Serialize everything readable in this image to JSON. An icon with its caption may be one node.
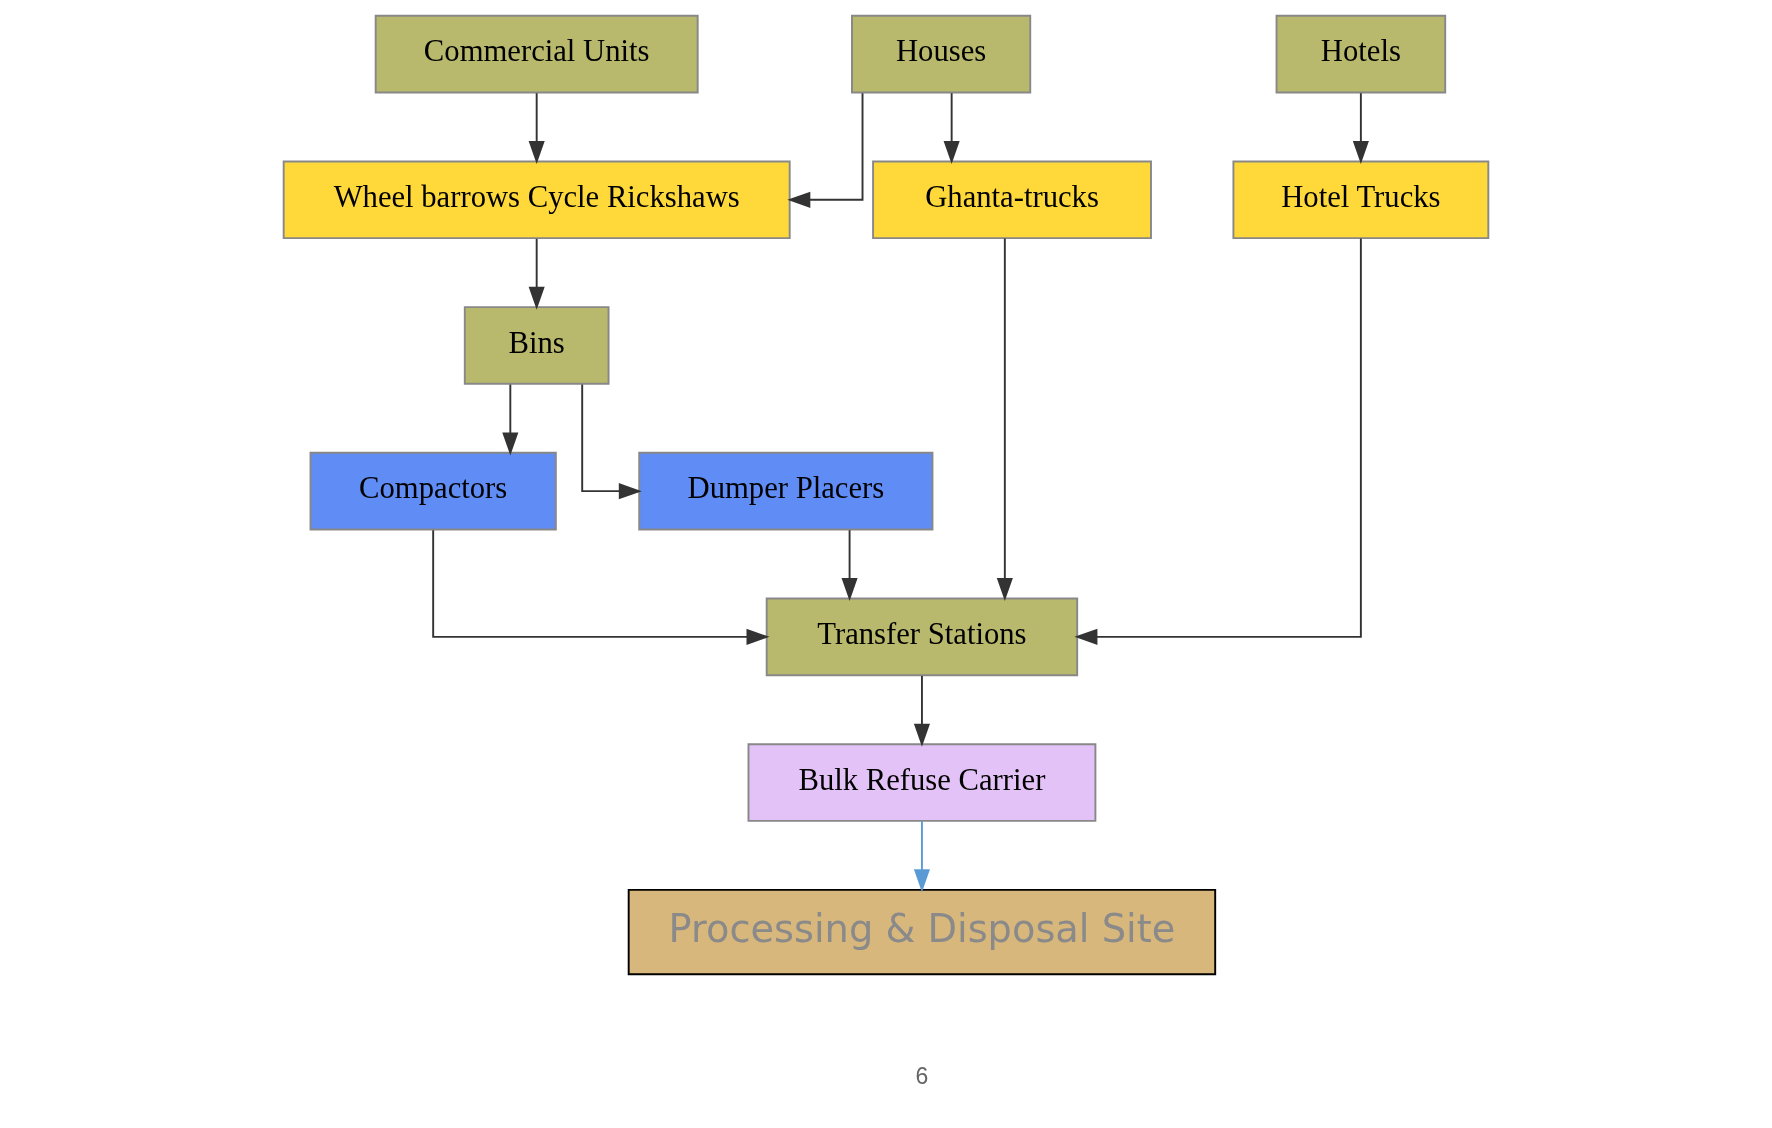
{
  "diagram": {
    "nodes": [
      {
        "text": [
          "Commercial Units"
        ]
      },
      {
        "text": [
          "Houses"
        ]
      },
      {
        "text": [
          "Hotels"
        ]
      },
      {
        "text": [
          "Wheel barrows Cycle Rickshaws"
        ]
      },
      {
        "text": [
          "Ghanta-trucks"
        ]
      },
      {
        "text": [
          "Hotel Trucks"
        ]
      },
      {
        "text": [
          "Bins"
        ]
      },
      {
        "text": [
          "Compactors"
        ]
      },
      {
        "text": [
          "Dumper Placers"
        ]
      },
      {
        "text": [
          "Transfer Stations"
        ]
      },
      {
        "text": [
          "Bulk Refuse Carrier"
        ]
      },
      {
        "text": [
          "Processing & Disposal Site"
        ]
      }
    ],
    "edges": [
      {
        "from": 0,
        "to": 3,
        "arrow": "to"
      },
      {
        "from": 1,
        "to": 3,
        "arrow": "to"
      },
      {
        "from": 1,
        "to": 4,
        "arrow": "to"
      },
      {
        "from": 2,
        "to": 5,
        "arrow": "to"
      },
      {
        "from": 3,
        "to": 6,
        "arrow": "to"
      },
      {
        "from": 6,
        "to": 7,
        "arrow": "to"
      },
      {
        "from": 6,
        "to": 8,
        "arrow": "to"
      },
      {
        "from": 7,
        "to": 9,
        "arrow": "to"
      },
      {
        "from": 8,
        "to": 9,
        "arrow": "to"
      },
      {
        "from": 4,
        "to": 9,
        "arrow": "to"
      },
      {
        "from": 5,
        "to": 9,
        "arrow": "to"
      },
      {
        "from": 9,
        "to": 10,
        "arrow": "to"
      },
      {
        "from": 10,
        "to": 11,
        "arrow": "to",
        "color": "#5b9bd5"
      }
    ],
    "labels": [
      "6"
    ]
  }
}
